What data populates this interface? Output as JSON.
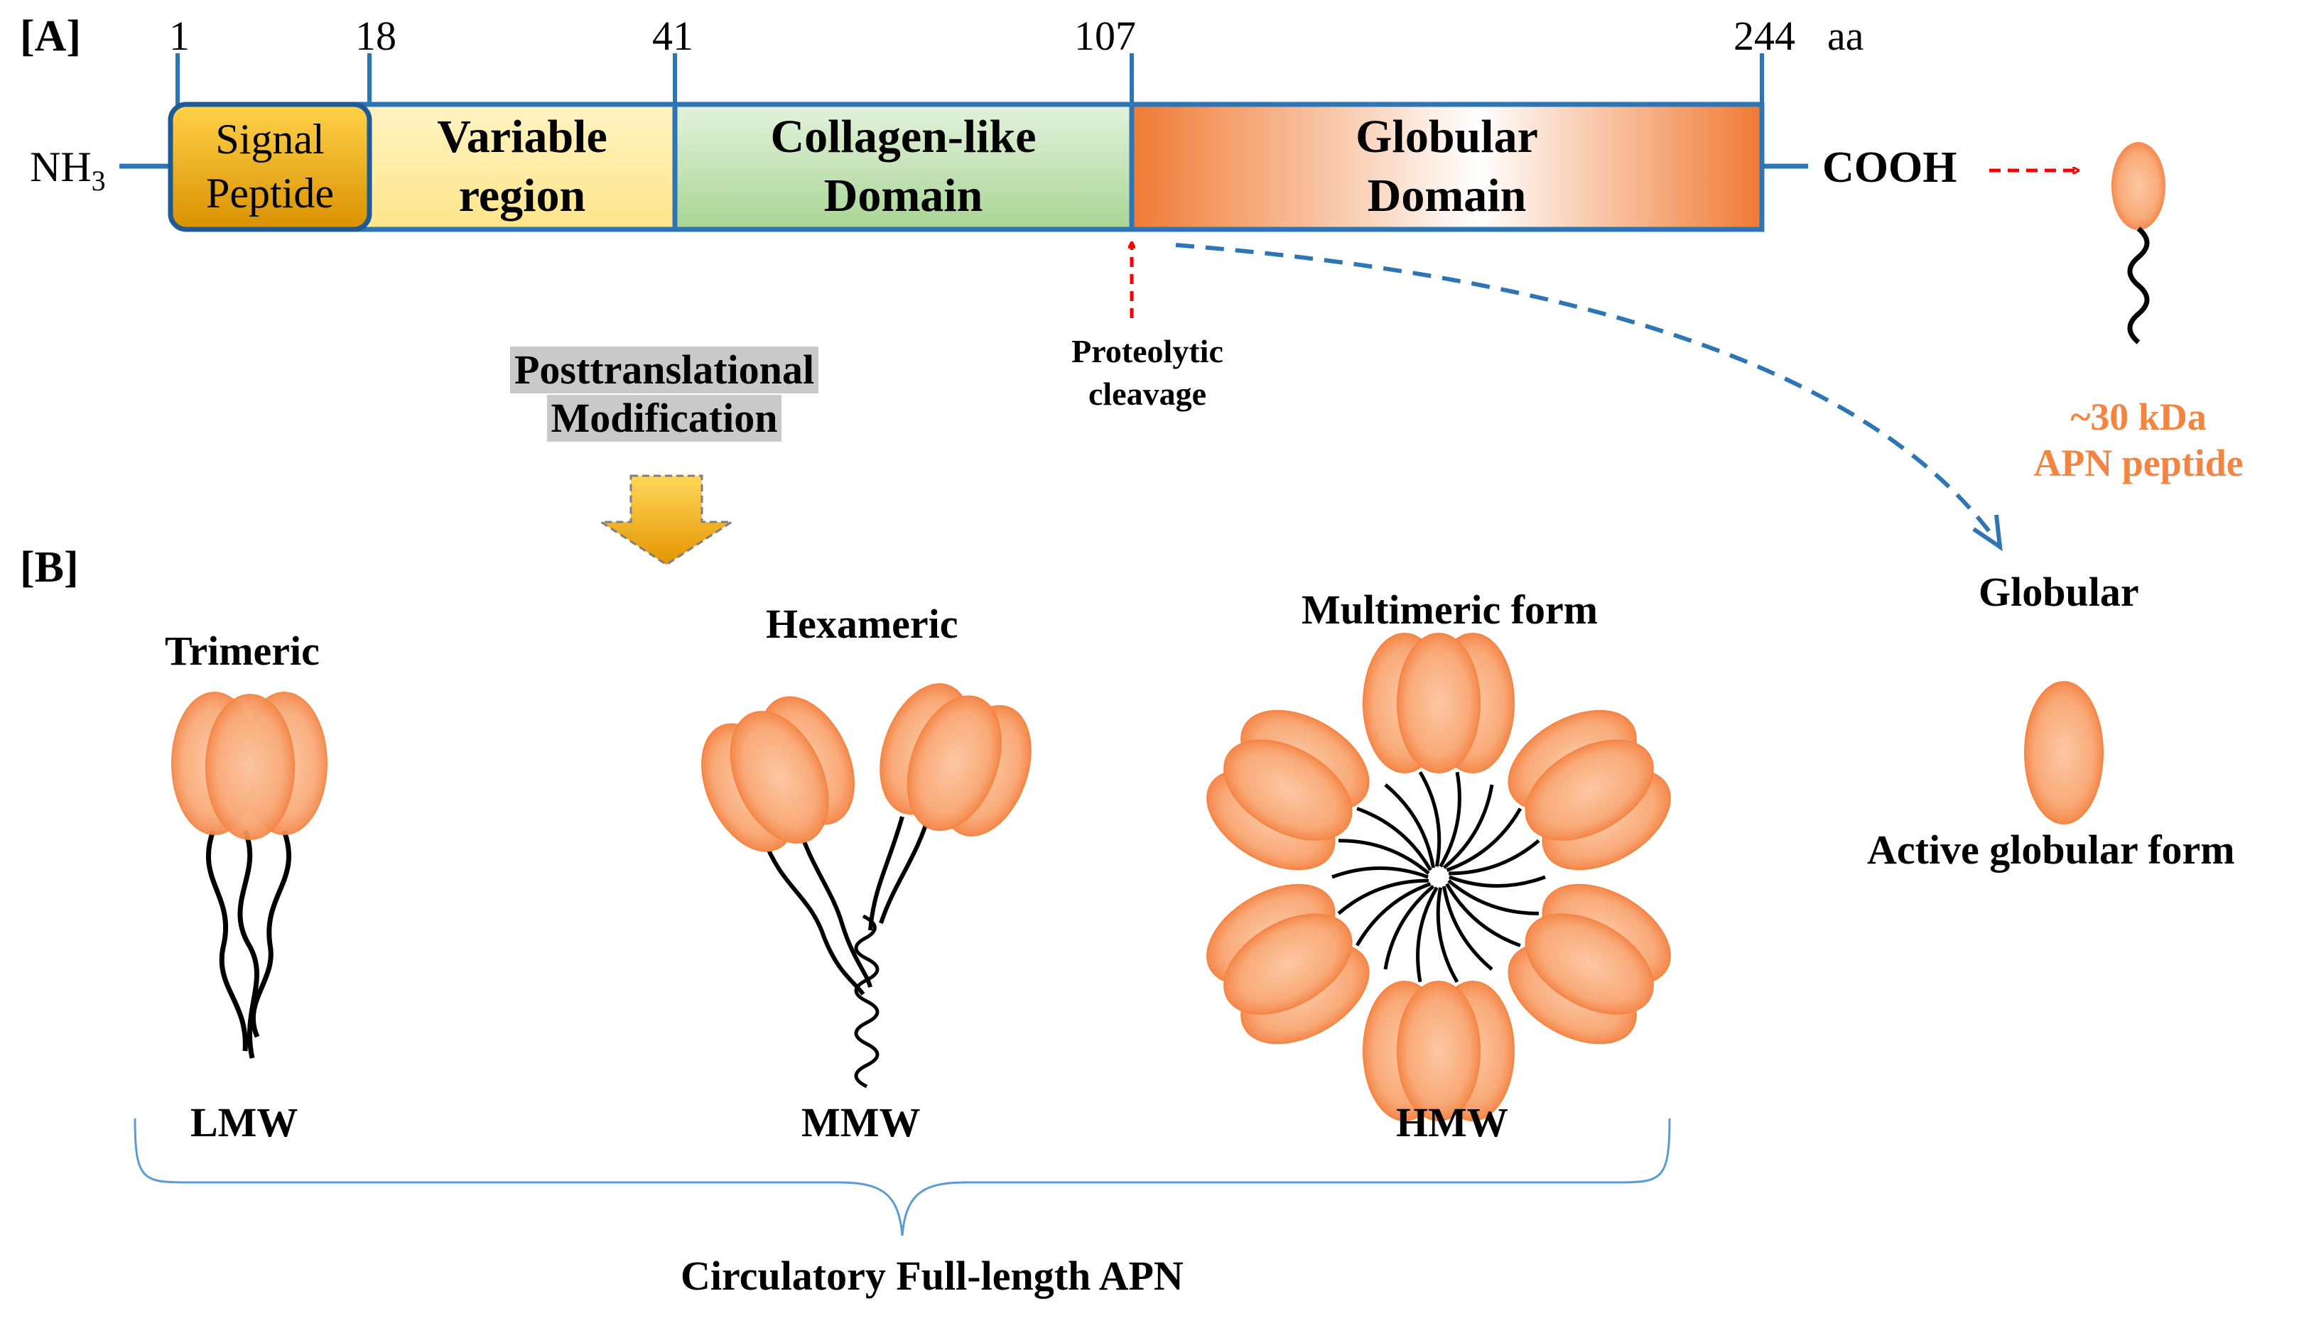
{
  "panel_a": {
    "label": "[A]",
    "ticks": [
      "1",
      "18",
      "41",
      "107",
      "244"
    ],
    "unit": "aa",
    "n_terminus": "NH",
    "n_terminus_sub": "3",
    "c_terminus": "COOH",
    "domains": {
      "signal_line1": "Signal",
      "signal_line2": "Peptide",
      "variable_line1": "Variable",
      "variable_line2": "region",
      "collagen_line1": "Collagen-like",
      "collagen_line2": "Domain",
      "globular_line1": "Globular",
      "globular_line2": "Domain"
    },
    "cleavage_line1": "Proteolytic",
    "cleavage_line2": "cleavage",
    "peptide_line1": "~30 kDa",
    "peptide_line2": "APN peptide",
    "posttranslational_line1": "Posttranslational",
    "posttranslational_line2": "Modification"
  },
  "panel_b": {
    "label": "[B]",
    "trimeric": "Trimeric",
    "hexameric": "Hexameric",
    "multimeric": "Multimeric form",
    "lmw": "LMW",
    "mmw": "MMW",
    "hmw": "HMW",
    "globular": "Globular",
    "active_globular": "Active globular form",
    "bracket_label": "Circulatory Full-length APN"
  },
  "colors": {
    "blue": "#2e75b6",
    "orange": "#f4843f",
    "red": "#ff0000"
  }
}
